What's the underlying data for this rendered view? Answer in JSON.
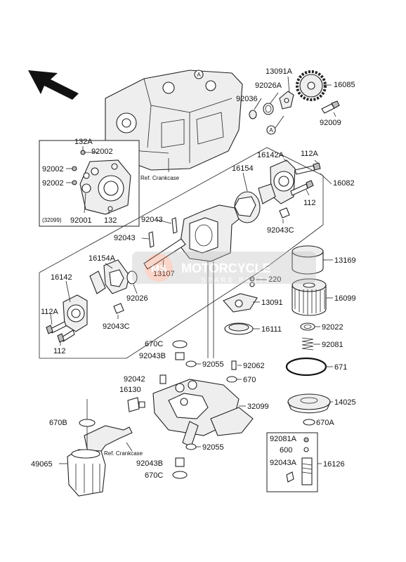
{
  "watermark": {
    "logo": "MS",
    "line1": "MOTORCYCLE",
    "line2": "SPARE PARTS"
  },
  "ref_labels": {
    "crankcase_top": "Ref. Crankcase",
    "crankcase_bottom": "Ref. Crankcase"
  },
  "callout_a": "A",
  "inset": {
    "bracket_label": "(32099)"
  },
  "labels": {
    "p13091A": "13091A",
    "p16085": "16085",
    "p92026A": "92026A",
    "p92036": "92036",
    "p92009": "92009",
    "p132A": "132A",
    "p92002a": "92002",
    "p92002b": "92002",
    "p92002c": "92002",
    "p92001": "92001",
    "p132": "132",
    "p16142A": "16142A",
    "p112A_top": "112A",
    "p16082": "16082",
    "p16154": "16154",
    "p112_top": "112",
    "p92043a": "92043",
    "p92043b": "92043",
    "p92043C_top": "92043C",
    "p13169": "13169",
    "p16154A": "16154A",
    "p13107": "13107",
    "p220": "220",
    "p16142": "16142",
    "p92026": "92026",
    "p13091": "13091",
    "p16099": "16099",
    "p112A_left": "112A",
    "p92043C_left": "92043C",
    "p92022": "92022",
    "p16111": "16111",
    "p112_left": "112",
    "p92081": "92081",
    "p670C_top": "670C",
    "p92043B_top": "92043B",
    "p92055_top": "92055",
    "p92062": "92062",
    "p671": "671",
    "p92042": "92042",
    "p670": "670",
    "p16130": "16130",
    "p32099": "32099",
    "p14025": "14025",
    "p670B": "670B",
    "p670A": "670A",
    "p92081A": "92081A",
    "p600": "600",
    "p92043A": "92043A",
    "p16126": "16126",
    "p49065": "49065",
    "p92043B_bot": "92043B",
    "p92055_bot": "92055",
    "p670C_bot": "670C"
  }
}
